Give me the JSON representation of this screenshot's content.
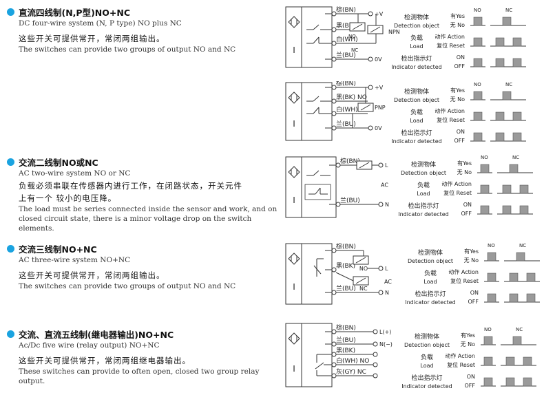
{
  "sections": [
    {
      "title": "直流四线制(N,P型)NO+NC",
      "en1": [
        "DC four-wire system (N, P type) NO plus NC"
      ],
      "cn": [
        "这些开关可提供常开，常闭两组输出。"
      ],
      "en2": [
        "The switches can provide two groups of output  NO and NC"
      ]
    },
    {
      "title": "交流二线制NO或NC",
      "en1": [
        "AC two-wire system NO or NC"
      ],
      "cn": [
        "负载必须串联在传感器内进行工作，在闭路状态，开关元件",
        "上有一个 较小的电压降。"
      ],
      "en2": [
        "The load must be series connected inside the sensor and work, and on",
        "closed circuit state, there is a minor voltage drop on the switch elements."
      ]
    },
    {
      "title": "交流三线制NO+NC",
      "en1": [
        "AC three-wire system NO+NC"
      ],
      "cn": [
        "这些开关可提供常开，常闭两组输出。"
      ],
      "en2": [
        "The switches can provide two groups of output  NO and NC"
      ]
    },
    {
      "title": "交流、直流五线制(继电器输出)NO+NC",
      "en1": [
        "Ac/Dc five wire (relay output) NO+NC"
      ],
      "cn": [
        "这些开关可提供常开，常闭两组继电器输出。"
      ],
      "en2": [
        "These switches can provide to often open, closed two group relay output."
      ]
    }
  ],
  "timing": {
    "detect_cn": "检测物体",
    "detect_en": "Detection object",
    "yes": "有Yes",
    "no": "无 No",
    "load_cn": "负载",
    "load_en": "Load",
    "action": "动作 Action",
    "reset": "复位 Reset",
    "ind_cn": "检出指示灯",
    "ind_en": "Indicator detected",
    "on": "ON",
    "off": "OFF",
    "col_no": "NO",
    "col_nc": "NC"
  },
  "diagrams": [
    {
      "kind": "dc4",
      "type": "NPN",
      "wires": [
        "棕(BN)",
        "黑(BK)",
        "白(WH)",
        "兰(BU)"
      ],
      "terms": [
        "+V",
        "0V"
      ],
      "marks": [
        "NO",
        "NC"
      ]
    },
    {
      "kind": "dc4p",
      "type": "PNP",
      "wires": [
        "棕(BN)",
        "黑(BK) NO",
        "白(WH) NC",
        "兰(BU)"
      ],
      "terms": [
        "+V",
        "0V"
      ],
      "marks": []
    },
    {
      "kind": "ac2",
      "type": "AC",
      "wires": [
        "棕(BN)",
        "兰(BU)"
      ],
      "terms": [
        "L",
        "N"
      ],
      "marks": []
    },
    {
      "kind": "ac3",
      "type": "AC",
      "wires": [
        "棕(BN)",
        "黑(BK)",
        "兰(BU)"
      ],
      "terms": [
        "L",
        "N"
      ],
      "marks": [
        "NO",
        "NC"
      ]
    },
    {
      "kind": "dc5",
      "type": "",
      "wires": [
        "棕(BN)",
        "兰(BU)",
        "黑(BK)",
        "白(WH)  NO",
        "灰(GY)  NC"
      ],
      "terms": [
        "L(+)",
        "N(−)"
      ],
      "marks": []
    }
  ],
  "colors": {
    "bullet": "#1aa3e0",
    "pulse": "#9a9a9a"
  }
}
